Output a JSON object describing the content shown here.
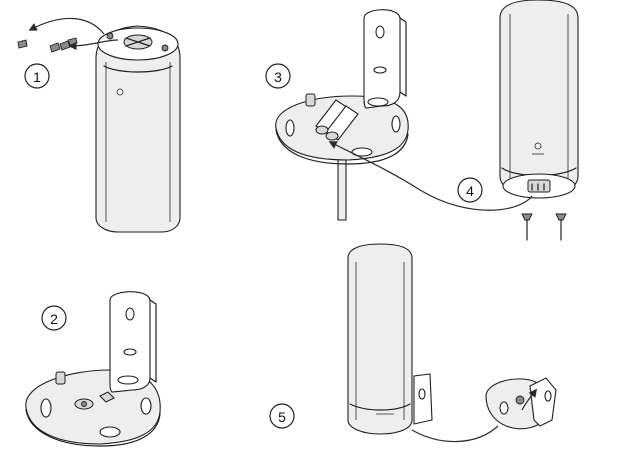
{
  "steps": [
    {
      "number": "1"
    },
    {
      "number": "2"
    },
    {
      "number": "3"
    },
    {
      "number": "4"
    },
    {
      "number": "5"
    }
  ]
}
